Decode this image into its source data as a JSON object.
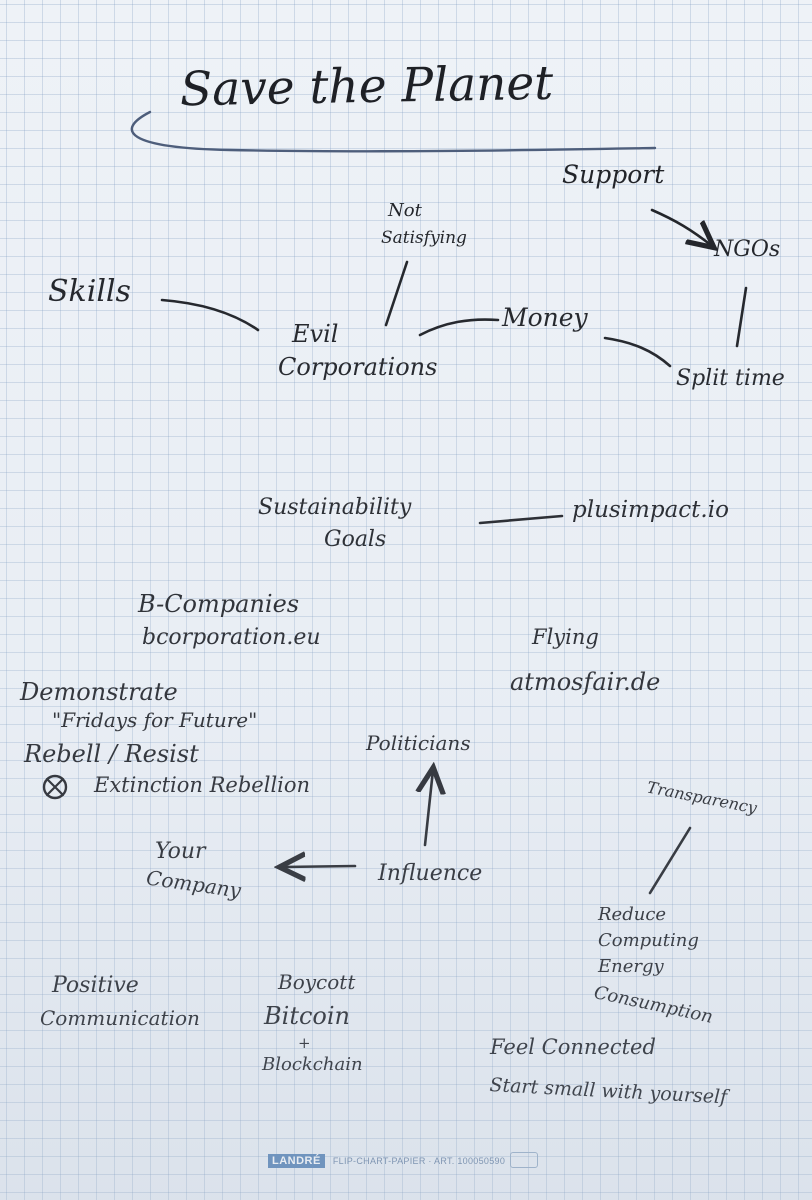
{
  "title": "Save the Planet",
  "nodes": {
    "support": "Support",
    "ngos": "NGOs",
    "not_satisfying_1": "Not",
    "not_satisfying_2": "Satisfying",
    "skills": "Skills",
    "evil_1": "Evil",
    "evil_2": "Corporations",
    "money": "Money",
    "split_time": "Split time",
    "sustainability_1": "Sustainability",
    "sustainability_2": "Goals",
    "plusimpact": "plusimpact.io",
    "b_companies": "B-Companies",
    "bcorporation": "bcorporation.eu",
    "flying": "Flying",
    "atmosfair": "atmosfair.de",
    "demonstrate": "Demonstrate",
    "fridays": "\"Fridays for Future\"",
    "rebell": "Rebell / Resist",
    "extinction": "Extinction Rebellion",
    "politicians": "Politicians",
    "transparency": "Transparency",
    "your_1": "Your",
    "your_2": "Company",
    "influence": "Influence",
    "reduce_1": "Reduce",
    "reduce_2": "Computing",
    "reduce_3": "Energy",
    "reduce_4": "Consumption",
    "positive_1": "Positive",
    "positive_2": "Communication",
    "boycott": "Boycott",
    "bitcoin": "Bitcoin",
    "plus": "+",
    "blockchain": "Blockchain",
    "feel_connected": "Feel Connected",
    "start_small": "Start small with yourself"
  },
  "footer": {
    "brand": "LANDRÉ",
    "text": "FLIP-CHART-PAPIER · ART. 100050590"
  },
  "colors": {
    "paper": "#eef2f7",
    "grid": "#7896be",
    "ink": "#1b1d22",
    "title_underline": "#4a5a78"
  }
}
